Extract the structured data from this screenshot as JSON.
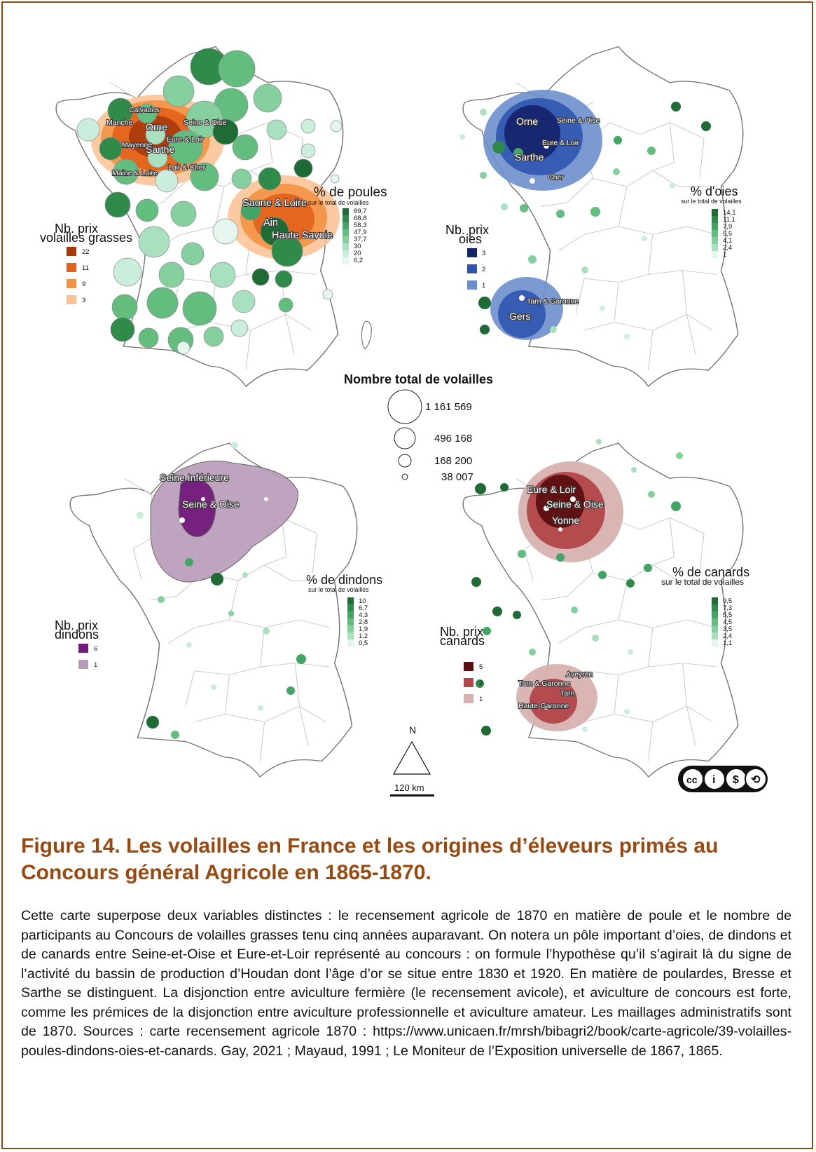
{
  "maps": {
    "poules": {
      "legend_title": "% de poules",
      "legend_subtitle": "sur le total de volailles",
      "legend_values": [
        "89,7",
        "68,8",
        "58,3",
        "47,9",
        "37,7",
        "30",
        "20",
        "6,2"
      ],
      "prize_title_l1": "Nb. prix",
      "prize_title_l2": "volailles grasses",
      "prize_values": [
        "22",
        "11",
        "9",
        "3"
      ],
      "labels": [
        "Calvados",
        "Manche",
        "Orne",
        "Seine & Oise",
        "Eure & Loir",
        "Mayenne",
        "Sarthe",
        "Loir & Cher",
        "Maine & Loire",
        "Saone & Loire",
        "Ain",
        "Haute Savoie"
      ]
    },
    "oies": {
      "legend_title": "% d'oies",
      "legend_subtitle": "sur le total de volailles",
      "legend_values": [
        "14,1",
        "11,1",
        "7,9",
        "5,5",
        "4,1",
        "2,4",
        "1"
      ],
      "prize_title_l1": "Nb. prix",
      "prize_title_l2": "oies",
      "prize_values": [
        "3",
        "2",
        "1"
      ],
      "labels": [
        "Orne",
        "Seine & Oise",
        "Eure & Loir",
        "Sarthe",
        "Cher",
        "Tarn & Garonne",
        "Gers"
      ]
    },
    "dindons": {
      "legend_title": "% de dindons",
      "legend_subtitle": "sur le total de volailles",
      "legend_values": [
        "10",
        "6,7",
        "4,3",
        "2,8",
        "1,9",
        "1,2",
        "0,5"
      ],
      "prize_title_l1": "Nb. prix",
      "prize_title_l2": "dindons",
      "prize_values": [
        "6",
        "1"
      ],
      "labels": [
        "Seine Inférieure",
        "Seine & Oise"
      ]
    },
    "canards": {
      "legend_title": "% de canards",
      "legend_subtitle": "sur le total de volailles",
      "legend_values": [
        "9,5",
        "7,3",
        "5,5",
        "4,5",
        "3,5",
        "2,4",
        "1,1"
      ],
      "prize_title_l1": "Nb. prix",
      "prize_title_l2": "canards",
      "prize_values": [
        "5",
        "2",
        "1"
      ],
      "labels": [
        "Eure & Loir",
        "Seine & Oise",
        "Yonne",
        "Aveyron",
        "Tarn & Garonne",
        "Tarn",
        "Haute-Garonne"
      ]
    }
  },
  "total_legend": {
    "title": "Nombre total de volailles",
    "values": [
      "1 161 569",
      "496 168",
      "168 200",
      "38 007"
    ]
  },
  "north": "N",
  "scale": "120 km",
  "license_glyphs": [
    "cc",
    "i",
    "$",
    "⟲"
  ],
  "caption": {
    "title": "Figure 14. Les volailles en France et les origines d’éleveurs primés au Concours général Agricole en 1865-1870.",
    "body": "Cette carte superpose deux variables distinctes : le recensement agricole de 1870 en matière de poule et le nombre de participants au Concours de volailles grasses tenu cinq années auparavant. On notera un pôle important d’oies, de dindons et de canards entre Seine-et-Oise et Eure-et-Loir représenté au concours : on formule l’hypothèse qu’il s’agirait là du signe de l’activité du bassin de production d’Houdan dont l’âge d’or se situe entre 1830 et 1920. En matière de poulardes, Bresse et Sarthe se distinguent. La disjonction entre aviculture fermière (le recensement avicole), et aviculture de concours est forte, comme les prémices de la disjonction entre aviculture professionnelle et aviculture amateur. Les maillages administratifs sont de 1870. Sources : carte recensement agricole 1870 : https://www.unicaen.fr/mrsh/bibagri2/book/carte-agricole/39-volailles-poules-dindons-oies-et-canards. Gay, 2021 ; Mayaud, 1991 ; Le Moniteur de l’Exposition universelle de 1867, 1865."
  },
  "colors": {
    "green_scale": [
      "#1e6b35",
      "#2e8b4a",
      "#43a565",
      "#62bd7f",
      "#86d0a0",
      "#a9e0c0",
      "#cbeedc",
      "#e4f6ee"
    ],
    "orange_scale": [
      "#a8390b",
      "#e2611b",
      "#f39245",
      "#fbc08f"
    ],
    "blue_scale": [
      "#16246e",
      "#2f55b0",
      "#6b8fcc"
    ],
    "purple_scale": [
      "#731a7c",
      "#b79bb8"
    ],
    "red_scale": [
      "#5c0e10",
      "#b2464a",
      "#d7b1b0"
    ],
    "caption_title": "#9a4a10",
    "border": "#8a4a16"
  }
}
